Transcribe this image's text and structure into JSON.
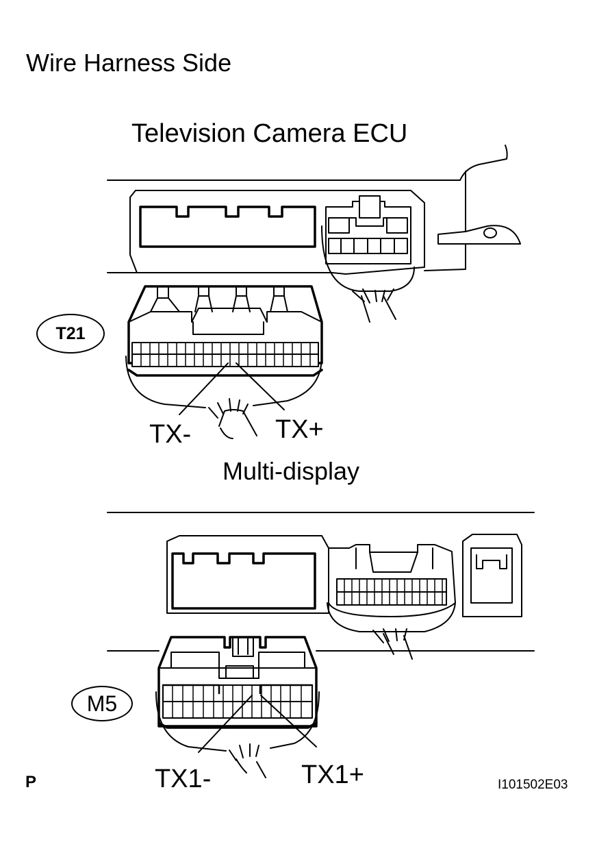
{
  "title": "Wire Harness Side",
  "connector_1": {
    "component": "Television Camera ECU",
    "code": "T21",
    "pins": {
      "left": "TX-",
      "right": "TX+"
    }
  },
  "connector_2": {
    "component": "Multi-display",
    "code": "M5",
    "pins": {
      "left": "TX1-",
      "right": "TX1+"
    }
  },
  "page_letter": "P",
  "figure_code": "I101502E03"
}
